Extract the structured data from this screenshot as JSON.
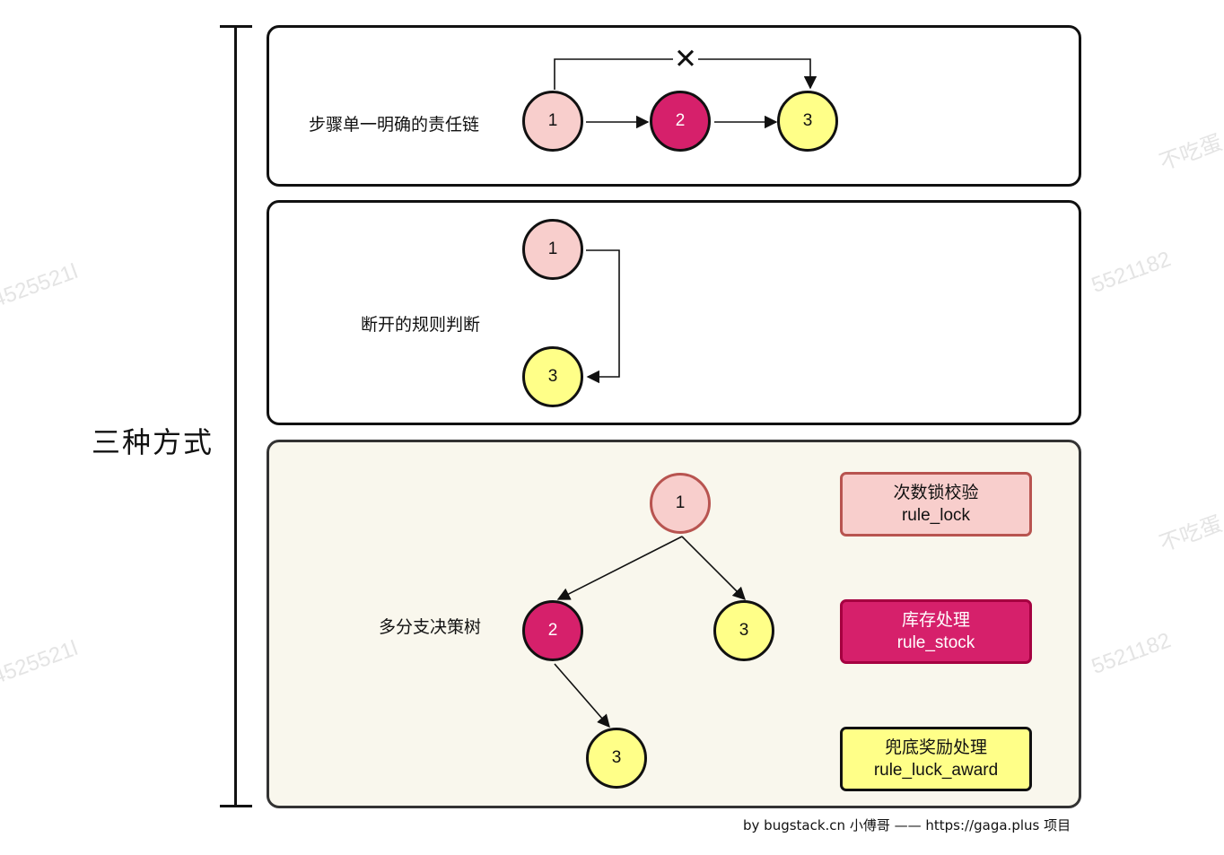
{
  "bracket_label": "三种方式",
  "panels": {
    "chain": {
      "label": "步骤单一明确的责任链",
      "nodes": [
        "1",
        "2",
        "3"
      ],
      "skip_mark": "✕"
    },
    "break": {
      "label": "断开的规则判断",
      "nodes": [
        "1",
        "3"
      ]
    },
    "tree": {
      "label": "多分支决策树",
      "nodes": {
        "root": "1",
        "left": "2",
        "right": "3",
        "leaf": "3"
      },
      "legend": [
        {
          "title": "次数锁校验",
          "code": "rule_lock"
        },
        {
          "title": "库存处理",
          "code": "rule_stock"
        },
        {
          "title": "兜底奖励处理",
          "code": "rule_luck_award"
        }
      ]
    }
  },
  "footer": "by bugstack.cn 小傅哥 —— https://gaga.plus 项目",
  "colors": {
    "pink_fill": "#f8cecc",
    "pink_border": "#b85450",
    "magenta_fill": "#d6206b",
    "yellow_fill": "#ffff88",
    "tree_bg": "#f9f7ed"
  }
}
